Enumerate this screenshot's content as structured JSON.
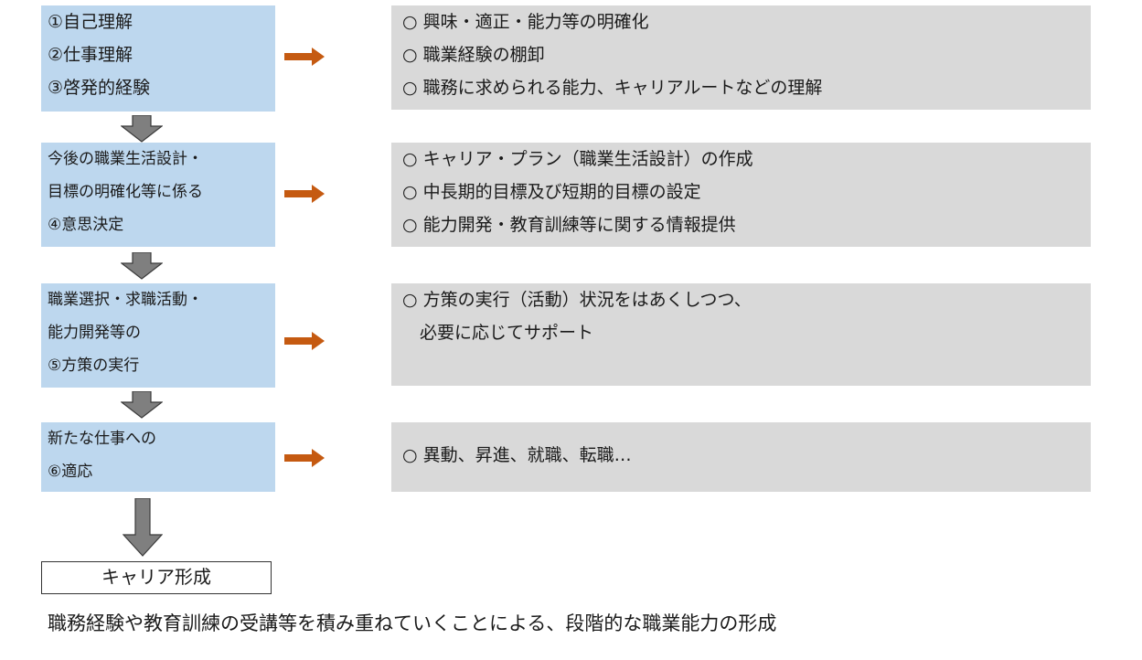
{
  "steps": [
    {
      "lines": [
        "①自己理解",
        "②仕事理解",
        "③啓発的経験"
      ]
    },
    {
      "lines": [
        "今後の職業生活設計・",
        "目標の明確化等に係る",
        "④意思決定"
      ]
    },
    {
      "lines": [
        "職業選択・求職活動・",
        "能力開発等の",
        "⑤方策の実行"
      ]
    },
    {
      "lines": [
        "新たな仕事への",
        "⑥適応"
      ]
    }
  ],
  "descriptions": [
    {
      "lines": [
        "○ 興味・適正・能力等の明確化",
        "○ 職業経験の棚卸",
        "○ 職務に求められる能力、キャリアルートなどの理解"
      ]
    },
    {
      "lines": [
        "○ キャリア・プラン（職業生活設計）の作成",
        "○ 中長期的目標及び短期的目標の設定",
        "○ 能力開発・教育訓練等に関する情報提供"
      ]
    },
    {
      "lines": [
        "○ 方策の実行（活動）状況をはあくしつつ、",
        "　必要に応じてサポート"
      ]
    },
    {
      "lines": [
        "○ 異動、昇進、就職、転職…"
      ]
    }
  ],
  "result": "キャリア形成",
  "caption": "職務経験や教育訓練の受講等を積み重ねていくことによる、段階的な職業能力の形成",
  "colors": {
    "step_fill": "#bdd7ee",
    "desc_fill": "#d9d9d9",
    "arrow_right": "#c55a11",
    "arrow_down": "#7f7f7f"
  }
}
